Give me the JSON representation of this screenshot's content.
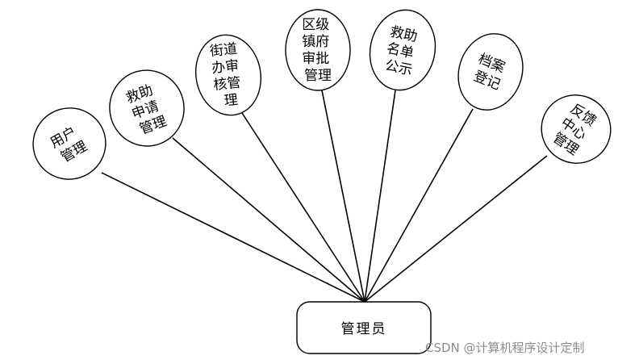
{
  "diagram": {
    "root": {
      "label": "管理员"
    },
    "children": [
      {
        "lines": [
          "用户",
          "管理"
        ]
      },
      {
        "lines": [
          "救助",
          "申请",
          "管理"
        ]
      },
      {
        "lines": [
          "街道",
          "办审",
          "核管",
          "理"
        ]
      },
      {
        "lines": [
          "区级",
          "镇府",
          "审批",
          "管理"
        ]
      },
      {
        "lines": [
          "救助",
          "名单",
          "公示"
        ]
      },
      {
        "lines": [
          "档案",
          "登记"
        ]
      },
      {
        "lines": [
          "反馈",
          "中心",
          "管理"
        ]
      }
    ]
  },
  "watermark": "CSDN @计算机程序设计定制"
}
